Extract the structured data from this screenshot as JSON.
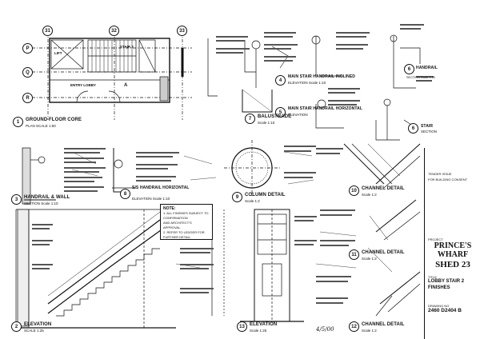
{
  "drawings": {
    "ground_floor": {
      "num": "1",
      "title": "GROUND FLOOR CORE",
      "scale": "PLAN  SCALE 1:50"
    },
    "lift_label": "LIFT",
    "stair_label": "STAIR 2",
    "entry_label": "ENTRY LOBBY",
    "grid_labels": [
      "31",
      "32",
      "33",
      "P",
      "Q",
      "R",
      "A"
    ],
    "handrail_wall": {
      "num": "3",
      "title": "HANDRAIL & WALL",
      "scale": "SECTION   Scale 1:10"
    },
    "main_handrail_inclined": {
      "num": "4",
      "title": "MAIN STAIR HANDRAIL INCLINED",
      "scale": "ELEVATION  Scale 1:10"
    },
    "main_handrail_horizontal": {
      "num": "5",
      "title": "MAIN STAIR HANDRAIL HORIZONTAL",
      "scale": "ELEVATION"
    },
    "handrail": {
      "num": "6",
      "title": "HANDRAIL",
      "scale": "SECTION  Scale 1:10"
    },
    "stair": {
      "num": "6",
      "title": "STAIR",
      "scale": "SECTION"
    },
    "balustrade": {
      "num": "7",
      "title": "BALUSTRADE",
      "scale": "Scale 1:10"
    },
    "ss_handrail": {
      "num": "8",
      "title": "S/S HANDRAIL HORIZONTAL",
      "scale": "ELEVATION  Scale 1:10"
    },
    "column_detail": {
      "num": "9",
      "title": "COLUMN DETAIL",
      "scale": "Scale 1:2"
    },
    "channel_detail_1": {
      "num": "10",
      "title": "CHANNEL DETAIL",
      "scale": "Scale 1:2"
    },
    "channel_detail_2": {
      "num": "11",
      "title": "CHANNEL DETAIL",
      "scale": "Scale 1:2"
    },
    "channel_detail_3": {
      "num": "12",
      "title": "CHANNEL DETAIL",
      "scale": "Scale 1:2"
    },
    "elevation_left": {
      "num": "2",
      "title": "ELEVATION",
      "scale": "SCALE 1:25"
    },
    "elevation_mid": {
      "num": "13",
      "title": "ELEVATION",
      "scale": "Scale 1:25"
    }
  },
  "note": {
    "heading": "NOTE:",
    "lines": [
      "1. ALL FINISHES SUBJECT TO",
      "   CONFIRMATION",
      "   AND ARCHITECT'S APPROVAL.",
      "2. REFER TO LEDGER FOR",
      "   FURTHER DETAIL."
    ]
  },
  "title_block": {
    "project_label": "PROJECT",
    "project_name_1": "PRINCE'S",
    "project_name_2": "WHARF",
    "shed": "SHED 23",
    "title_label": "TITLE",
    "title_1": "LOBBY STAIR 2",
    "title_2": "FINISHES",
    "drawing_label": "DRAWING NO.",
    "drawing_no": "2460  D2404  B",
    "revision_labels": [
      "TENDER ISSUE",
      "FOR BUILDING CONSENT"
    ],
    "signature": "4/5/00"
  },
  "colors": {
    "ink": "#111111",
    "paper": "#ffffff",
    "hatch": "#444444"
  }
}
